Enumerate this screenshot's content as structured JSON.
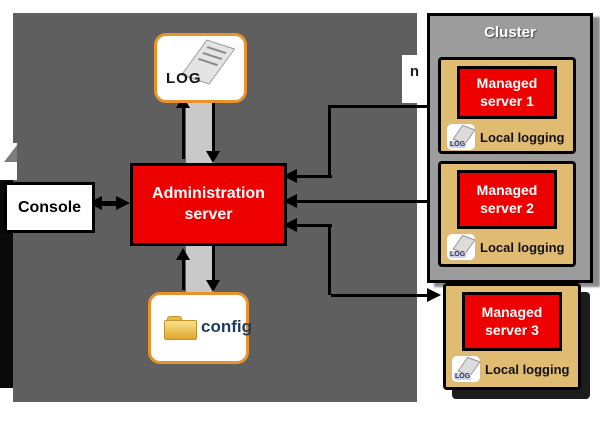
{
  "fragment": {
    "text": "n"
  },
  "console": {
    "label": "Console"
  },
  "admin_server": {
    "line1": "Administration",
    "line2": "server"
  },
  "log_store": {
    "label": "LOG"
  },
  "config_store": {
    "label": "config"
  },
  "cluster": {
    "title": "Cluster",
    "servers": [
      {
        "line1": "Managed",
        "line2": "server 1",
        "log_icon_label": "LOG",
        "logging_label": "Local logging"
      },
      {
        "line1": "Managed",
        "line2": "server 2",
        "log_icon_label": "LOG",
        "logging_label": "Local logging"
      }
    ]
  },
  "external_server": {
    "line1": "Managed",
    "line2": "server 3",
    "log_icon_label": "LOG",
    "logging_label": "Local logging"
  },
  "colors": {
    "background_gray": "#5f5f5f",
    "cluster_gray": "#9c9c9c",
    "connector_gray": "#c9c9c9",
    "server_red": "#ee0000",
    "card_tan": "#dfbc72",
    "store_border_orange": "#e8932c",
    "config_text_navy": "#1e3a5f"
  }
}
